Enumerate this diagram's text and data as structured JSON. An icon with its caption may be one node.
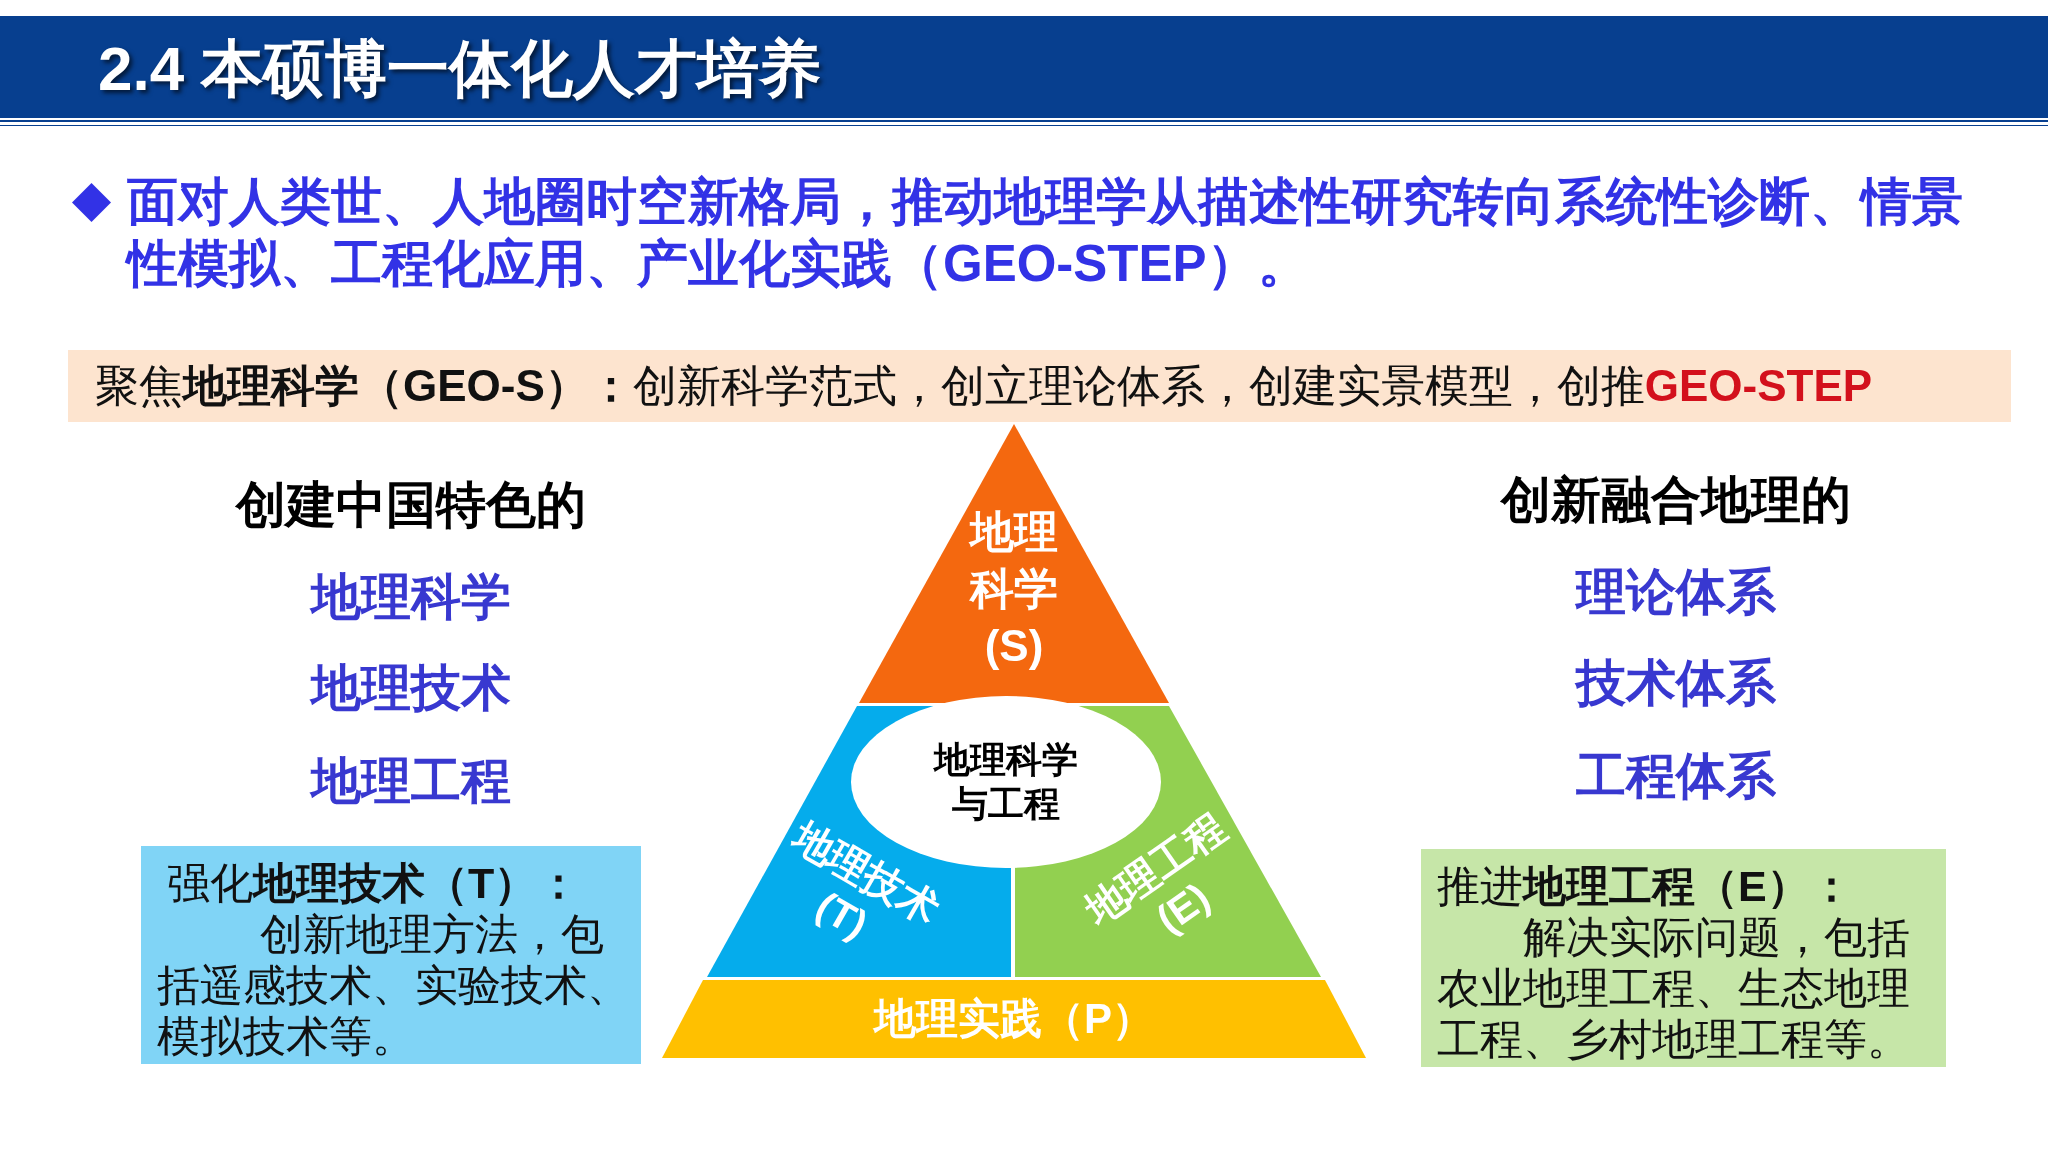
{
  "diagram": {
    "title": "2.4 本硕博一体化人才培养",
    "nodes": [
      {
        "text": [
          "聚焦**地理科学（GEO-S）：**创新科学范式，创立理论体系，创建实景模型，创推",
          "GEO-STEP"
        ]
      },
      {
        "text": [
          "地理科学(S)"
        ]
      },
      {
        "text": [
          "地理科学与工程"
        ]
      },
      {
        "text": [
          "地理技术(T)"
        ]
      },
      {
        "text": [
          "地理工程(E)"
        ]
      },
      {
        "text": [
          "地理实践（P）"
        ]
      },
      {
        "text": [
          "强化**地理技术（T）：**",
          "创新地理方法，包括遥感技术、实验技术、模拟技术等。"
        ]
      },
      {
        "text": [
          "推进**地理工程（E）：**",
          "解决实际问题，包括农业地理工程、生态地理工程、乡村地理工程等。"
        ]
      }
    ],
    "labels": [
      "面对人类世、人地圈时空新格局，推动地理学从描述性研究转向系统性诊断、情景性模拟、工程化应用、产业化实践（GEO-STEP）。",
      "创建中国特色的",
      "地理科学",
      "地理技术",
      "地理工程",
      "创新融合地理的",
      "理论体系",
      "技术体系",
      "工程体系"
    ]
  }
}
